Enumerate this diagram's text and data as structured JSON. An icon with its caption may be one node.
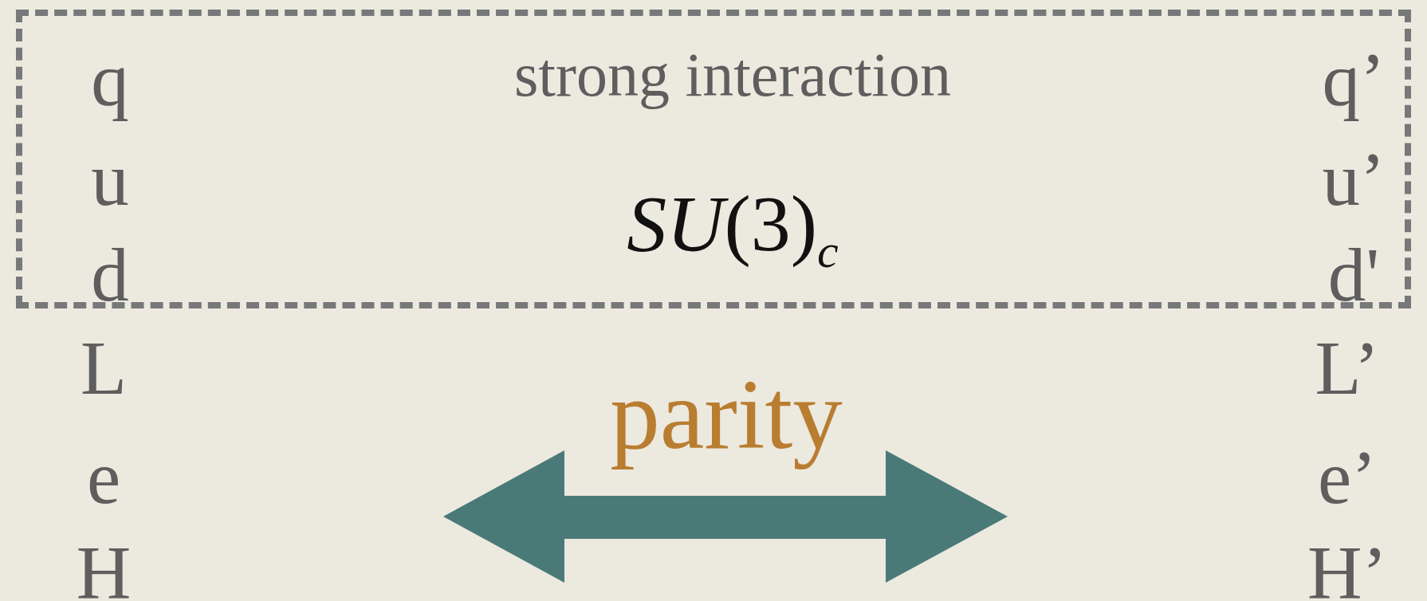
{
  "diagram": {
    "nodes": [
      {
        "text": [
          "q",
          "strong interaction",
          "q’",
          "u",
          "*SU*(3)$_{c}$",
          "u’",
          "d",
          "d'"
        ]
      }
    ],
    "edges": [],
    "labels": [
      "L",
      "parity",
      "L’",
      "e",
      "e’",
      "H",
      "H’"
    ]
  }
}
